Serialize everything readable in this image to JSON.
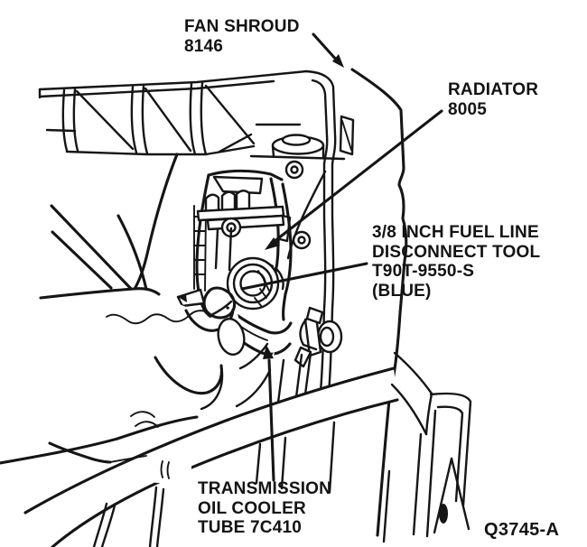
{
  "figure": {
    "id_label": "Q3745-A",
    "background_color": "#ffffff",
    "line_color": "#151515"
  },
  "callouts": {
    "fan_shroud": {
      "text": "FAN SHROUD\n8146"
    },
    "radiator": {
      "text": "RADIATOR\n8005"
    },
    "disconnect_tool": {
      "text": "3/8 INCH FUEL LINE\nDISCONNECT TOOL\nT90T-9550-S\n(BLUE)"
    },
    "cooler_tube": {
      "text": "TRANSMISSION\nOIL COOLER\nTUBE 7C410"
    }
  }
}
